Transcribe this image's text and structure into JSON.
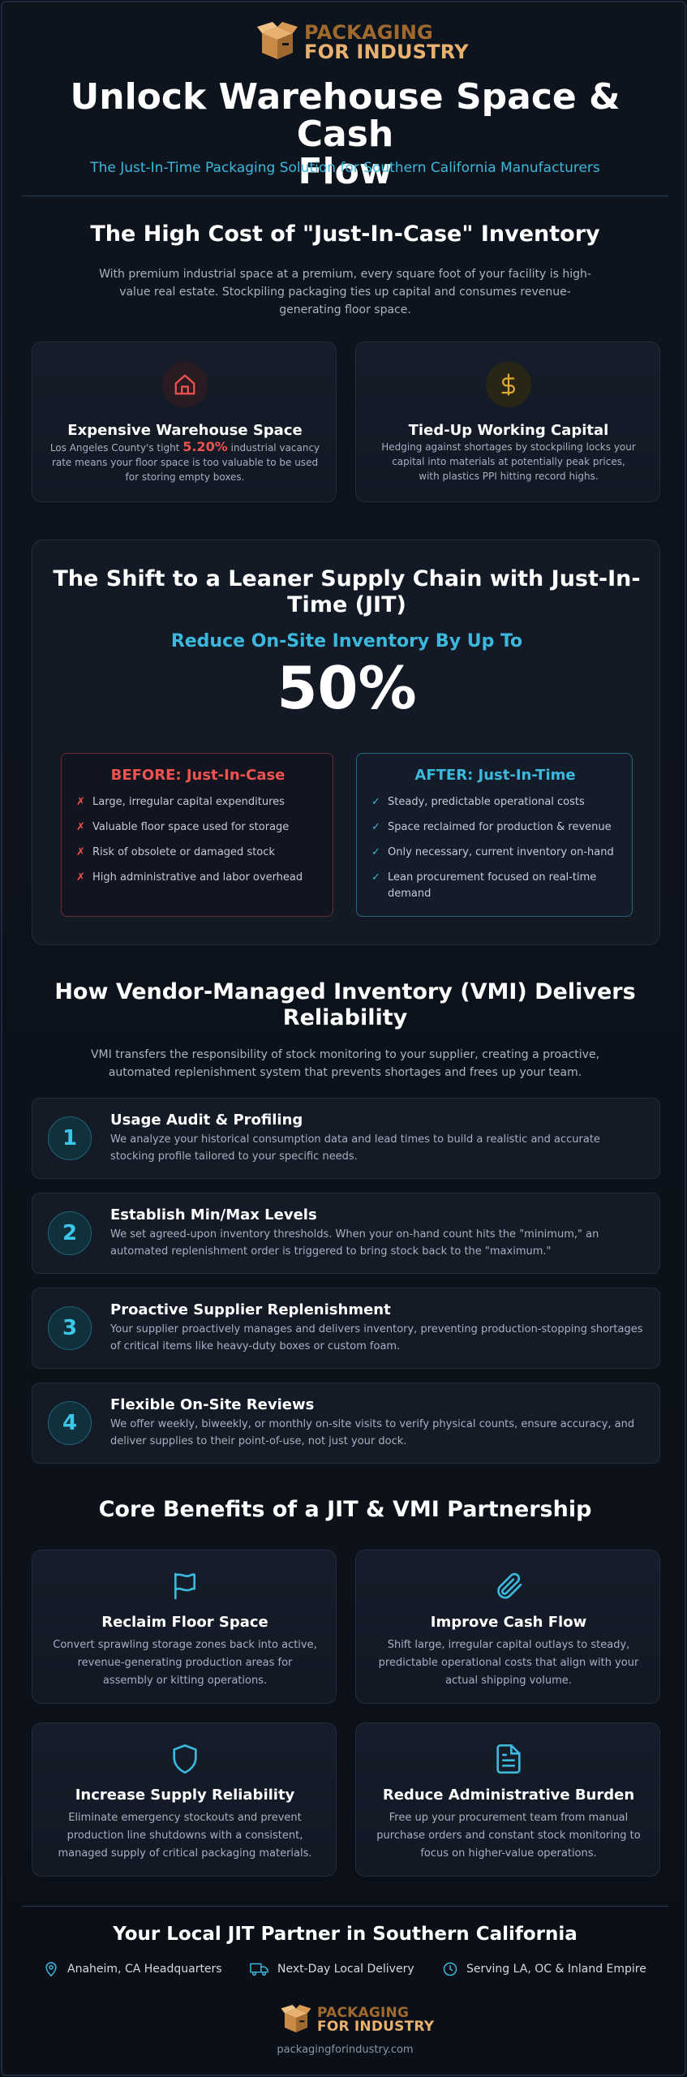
{
  "brand": {
    "line1": "PACKAGING",
    "line2": "FOR INDUSTRY",
    "url": "packagingforindustry.com",
    "colors": {
      "brand_dark": "#a06a2e",
      "brand_light": "#e9b170",
      "accent": "#3bb8dc",
      "danger": "#ef5350"
    }
  },
  "hero": {
    "title_line1": "Unlock Warehouse Space & Cash",
    "title_line2": "Flow",
    "subtitle": "The Just-In-Time Packaging Solution for Southern California Manufacturers"
  },
  "cost": {
    "title": "The High Cost of \"Just-In-Case\" Inventory",
    "intro": "With premium industrial space at a premium, every square foot of your facility is high-value real estate. Stockpiling packaging ties up capital and consumes revenue-generating floor space.",
    "cards": [
      {
        "icon": "house-icon",
        "title": "Expensive Warehouse Space",
        "text_pre": "Los Angeles County's tight",
        "highlight": "5.20%",
        "text_post": "industrial vacancy rate means your floor space is too valuable to be used for storing empty boxes."
      },
      {
        "icon": "dollar-icon",
        "title": "Tied-Up Working Capital",
        "text": "Hedging against shortages by stockpiling locks your capital into materials at potentially peak prices, with plastics PPI hitting record highs."
      }
    ]
  },
  "jit": {
    "title_line1": "The Shift to a Leaner Supply Chain with Just-In-",
    "title_line2": "Time (JIT)",
    "reduce_label": "Reduce On-Site Inventory By Up To",
    "percent": "50%",
    "before": {
      "title": "BEFORE: Just-In-Case",
      "items": [
        "Large, irregular capital expenditures",
        "Valuable floor space used for storage",
        "Risk of obsolete or damaged stock",
        "High administrative and labor overhead"
      ]
    },
    "after": {
      "title": "AFTER: Just-In-Time",
      "items": [
        "Steady, predictable operational costs",
        "Space reclaimed for production & revenue",
        "Only necessary, current inventory on-hand",
        "Lean procurement focused on real-time demand"
      ]
    }
  },
  "vmi": {
    "title_line1": "How Vendor-Managed Inventory (VMI) Delivers",
    "title_line2": "Reliability",
    "intro": "VMI transfers the responsibility of stock monitoring to your supplier, creating a proactive, automated replenishment system that prevents shortages and frees up your team.",
    "steps": [
      {
        "num": "1",
        "title": "Usage Audit & Profiling",
        "text": "We analyze your historical consumption data and lead times to build a realistic and accurate stocking profile tailored to your specific needs."
      },
      {
        "num": "2",
        "title": "Establish Min/Max Levels",
        "text": "We set agreed-upon inventory thresholds. When your on-hand count hits the \"minimum,\" an automated replenishment order is triggered to bring stock back to the \"maximum.\""
      },
      {
        "num": "3",
        "title": "Proactive Supplier Replenishment",
        "text": "Your supplier proactively manages and delivers inventory, preventing production-stopping shortages of critical items like heavy-duty boxes or custom foam."
      },
      {
        "num": "4",
        "title": "Flexible On-Site Reviews",
        "text": "We offer weekly, biweekly, or monthly on-site visits to verify physical counts, ensure accuracy, and deliver supplies to their point-of-use, not just your dock."
      }
    ]
  },
  "benefits": {
    "title": "Core Benefits of a JIT & VMI Partnership",
    "cards": [
      {
        "icon": "flag-icon",
        "title": "Reclaim Floor Space",
        "text": "Convert sprawling storage zones back into active, revenue-generating production areas for assembly or kitting operations."
      },
      {
        "icon": "paperclip-icon",
        "title": "Improve Cash Flow",
        "text": "Shift large, irregular capital outlays to steady, predictable operational costs that align with your actual shipping volume."
      },
      {
        "icon": "shield-icon",
        "title": "Increase Supply Reliability",
        "text": "Eliminate emergency stockouts and prevent production line shutdowns with a consistent, managed supply of critical packaging materials."
      },
      {
        "icon": "document-icon",
        "title": "Reduce Administrative Burden",
        "text": "Free up your procurement team from manual purchase orders and constant stock monitoring to focus on higher-value operations."
      }
    ]
  },
  "footer": {
    "title": "Your Local JIT Partner in Southern California",
    "items": [
      {
        "icon": "location-pin-icon",
        "label": "Anaheim, CA Headquarters"
      },
      {
        "icon": "truck-icon",
        "label": "Next-Day Local Delivery"
      },
      {
        "icon": "clock-icon",
        "label": "Serving LA, OC & Inland Empire"
      }
    ]
  }
}
